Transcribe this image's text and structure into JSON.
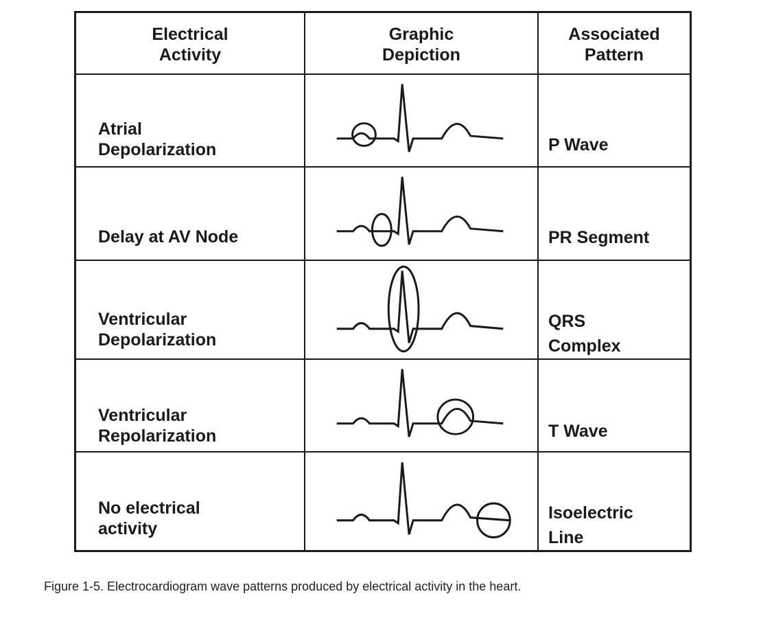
{
  "table": {
    "headers": {
      "activity": "Electrical\nActivity",
      "graphic": "Graphic\nDepiction",
      "pattern": "Associated\nPattern"
    },
    "rows": [
      {
        "activity": "Atrial\nDepolarization",
        "pattern": "P Wave",
        "highlight": "p-wave"
      },
      {
        "activity": "Delay at AV Node",
        "pattern": "PR Segment",
        "highlight": "pr-segment"
      },
      {
        "activity": "Ventricular\nDepolarization",
        "pattern": "QRS\nComplex",
        "highlight": "qrs-complex"
      },
      {
        "activity": "Ventricular\nRepolarization",
        "pattern": "T Wave",
        "highlight": "t-wave"
      },
      {
        "activity": "No electrical\nactivity",
        "pattern": "Isoelectric\nLine",
        "highlight": "isoelectric-line"
      }
    ]
  },
  "caption": "Figure 1-5. Electrocardiogram wave patterns produced by electrical activity in the heart.",
  "colors": {
    "ink": "#1a1a1a",
    "background": "#ffffff"
  }
}
